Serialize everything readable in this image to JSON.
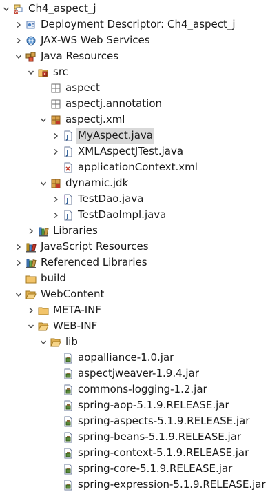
{
  "tree": {
    "items": [
      {
        "label": "Ch4_aspect_j",
        "level": 0,
        "toggle": "expanded",
        "icon": "web-project-icon"
      },
      {
        "label": "Deployment Descriptor: Ch4_aspect_j",
        "level": 1,
        "toggle": "collapsed",
        "icon": "deployment-descriptor-icon"
      },
      {
        "label": "JAX-WS Web Services",
        "level": 1,
        "toggle": "collapsed",
        "icon": "web-services-icon"
      },
      {
        "label": "Java Resources",
        "level": 1,
        "toggle": "expanded",
        "icon": "java-resources-icon"
      },
      {
        "label": "src",
        "level": 2,
        "toggle": "expanded",
        "icon": "source-folder-icon"
      },
      {
        "label": "aspect",
        "level": 3,
        "toggle": "none",
        "icon": "empty-package-icon"
      },
      {
        "label": "aspectj.annotation",
        "level": 3,
        "toggle": "none",
        "icon": "empty-package-icon"
      },
      {
        "label": "aspectj.xml",
        "level": 3,
        "toggle": "expanded",
        "icon": "package-icon"
      },
      {
        "label": "MyAspect.java",
        "level": 4,
        "toggle": "collapsed",
        "icon": "java-file-icon",
        "selected": true
      },
      {
        "label": "XMLAspectJTest.java",
        "level": 4,
        "toggle": "collapsed",
        "icon": "java-file-icon"
      },
      {
        "label": "applicationContext.xml",
        "level": 4,
        "toggle": "none",
        "icon": "xml-file-icon"
      },
      {
        "label": "dynamic.jdk",
        "level": 3,
        "toggle": "expanded",
        "icon": "package-icon"
      },
      {
        "label": "TestDao.java",
        "level": 4,
        "toggle": "collapsed",
        "icon": "java-interface-file-icon"
      },
      {
        "label": "TestDaoImpl.java",
        "level": 4,
        "toggle": "collapsed",
        "icon": "java-file-icon"
      },
      {
        "label": "Libraries",
        "level": 2,
        "toggle": "collapsed",
        "icon": "libraries-icon"
      },
      {
        "label": "JavaScript Resources",
        "level": 1,
        "toggle": "collapsed",
        "icon": "javascript-resources-icon"
      },
      {
        "label": "Referenced Libraries",
        "level": 1,
        "toggle": "collapsed",
        "icon": "libraries-icon"
      },
      {
        "label": "build",
        "level": 1,
        "toggle": "none",
        "icon": "folder-icon"
      },
      {
        "label": "WebContent",
        "level": 1,
        "toggle": "expanded",
        "icon": "open-folder-icon"
      },
      {
        "label": "META-INF",
        "level": 2,
        "toggle": "collapsed",
        "icon": "folder-icon"
      },
      {
        "label": "WEB-INF",
        "level": 2,
        "toggle": "expanded",
        "icon": "open-folder-icon"
      },
      {
        "label": "lib",
        "level": 3,
        "toggle": "expanded",
        "icon": "open-folder-icon"
      },
      {
        "label": "aopalliance-1.0.jar",
        "level": 4,
        "toggle": "none",
        "icon": "jar-icon"
      },
      {
        "label": "aspectjweaver-1.9.4.jar",
        "level": 4,
        "toggle": "none",
        "icon": "jar-icon"
      },
      {
        "label": "commons-logging-1.2.jar",
        "level": 4,
        "toggle": "none",
        "icon": "jar-icon"
      },
      {
        "label": "spring-aop-5.1.9.RELEASE.jar",
        "level": 4,
        "toggle": "none",
        "icon": "jar-icon"
      },
      {
        "label": "spring-aspects-5.1.9.RELEASE.jar",
        "level": 4,
        "toggle": "none",
        "icon": "jar-icon"
      },
      {
        "label": "spring-beans-5.1.9.RELEASE.jar",
        "level": 4,
        "toggle": "none",
        "icon": "jar-icon"
      },
      {
        "label": "spring-context-5.1.9.RELEASE.jar",
        "level": 4,
        "toggle": "none",
        "icon": "jar-icon"
      },
      {
        "label": "spring-core-5.1.9.RELEASE.jar",
        "level": 4,
        "toggle": "none",
        "icon": "jar-icon"
      },
      {
        "label": "spring-expression-5.1.9.RELEASE.jar",
        "level": 4,
        "toggle": "none",
        "icon": "jar-icon"
      }
    ]
  }
}
